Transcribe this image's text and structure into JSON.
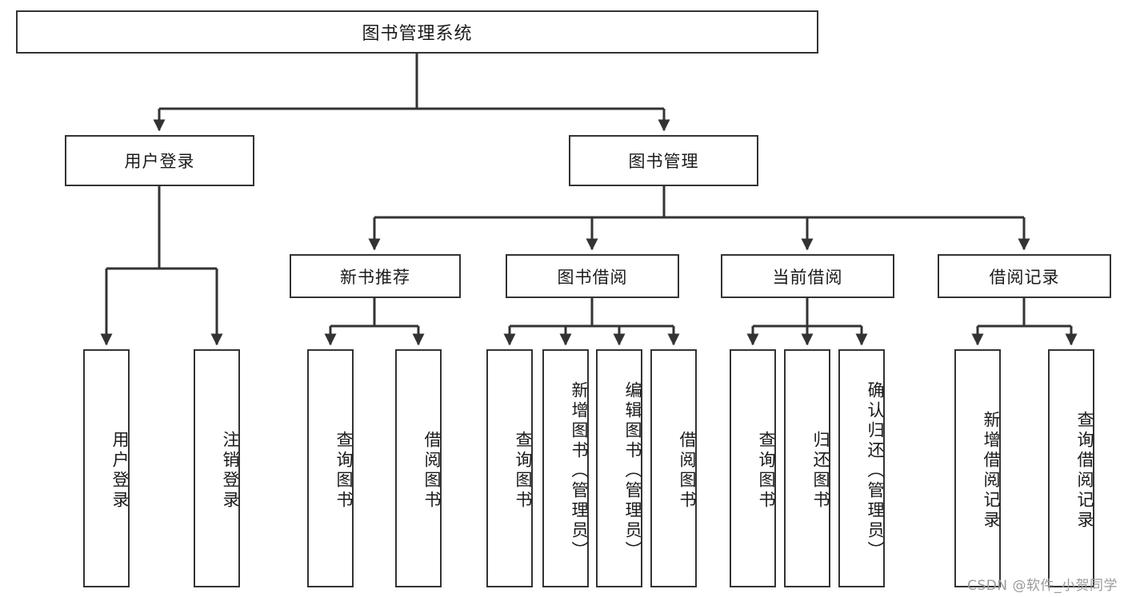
{
  "diagram": {
    "title": "图书管理系统",
    "watermark": "CSDN @软件_小贺同学",
    "colors": {
      "box_border": "#333333",
      "box_fill": "#ffffff",
      "text": "#1a1a1a",
      "edge": "#333333",
      "watermark": "#9a9a9a"
    },
    "levels": {
      "root": {
        "label": "图书管理系统"
      },
      "level2": [
        {
          "label": "用户登录"
        },
        {
          "label": "图书管理"
        }
      ],
      "level3": [
        {
          "label": "新书推荐"
        },
        {
          "label": "图书借阅"
        },
        {
          "label": "当前借阅"
        },
        {
          "label": "借阅记录"
        }
      ],
      "leaves": {
        "user_login": [
          "用户登录",
          "注销登录"
        ],
        "new_book_recommend": [
          "查询图书",
          "借阅图书"
        ],
        "book_borrow": [
          "查询图书",
          "新增图书（管理员）",
          "编辑图书（管理员）",
          "借阅图书"
        ],
        "current_borrow": [
          "查询图书",
          "归还图书",
          "确认归还（管理员）"
        ],
        "borrow_record": [
          "新增借阅记录",
          "查询借阅记录"
        ]
      }
    }
  }
}
